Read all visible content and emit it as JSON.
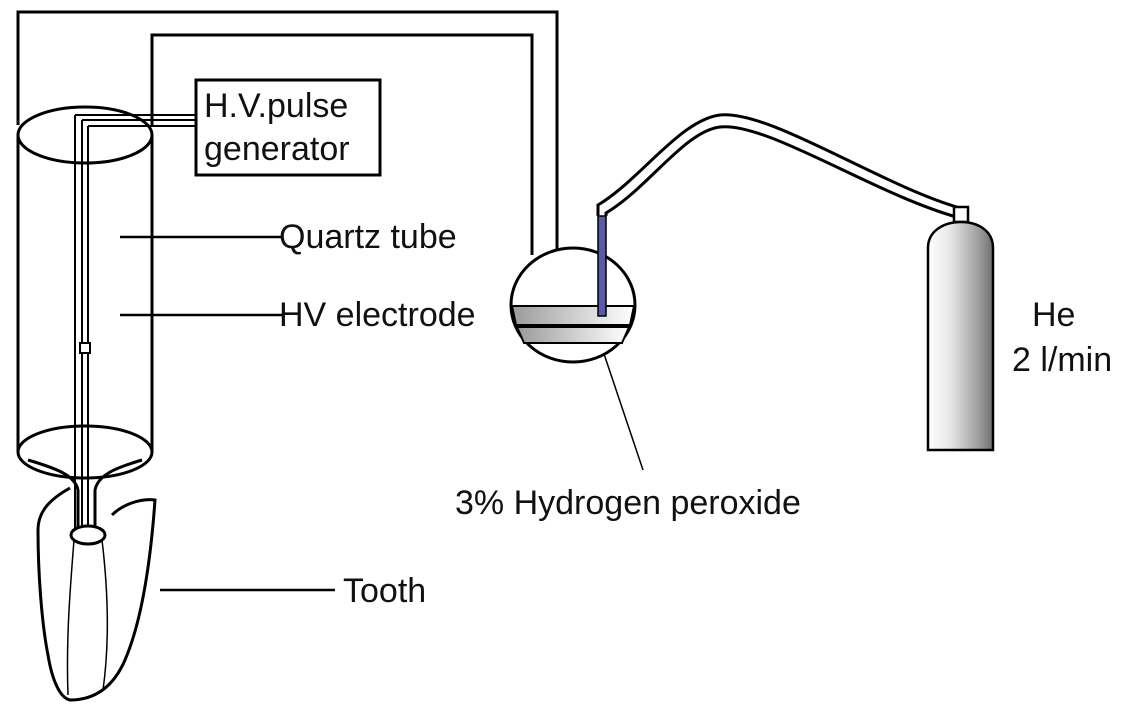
{
  "labels": {
    "generator_line1": "H.V.pulse",
    "generator_line2": "generator",
    "quartz_tube": "Quartz tube",
    "hv_electrode": "HV electrode",
    "he_line1": "He",
    "he_line2": "2 l/min",
    "hydrogen_peroxide": "3% Hydrogen peroxide",
    "tooth": "Tooth"
  },
  "colors": {
    "line": "#000000",
    "text": "#111111",
    "cylinder_shade": "#8a8a8a",
    "liquid_tube": "#5a5aa8"
  }
}
